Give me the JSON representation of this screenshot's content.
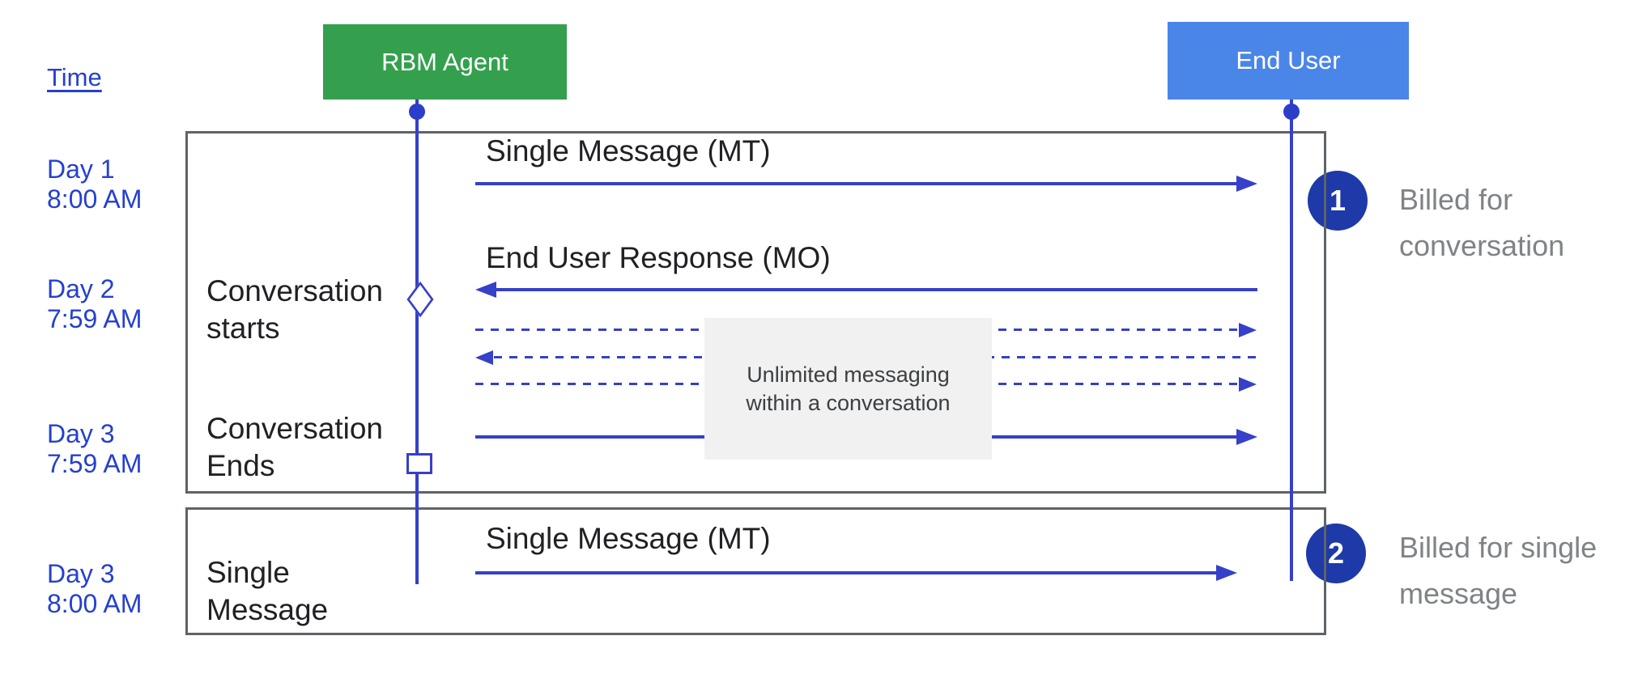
{
  "diagram": {
    "time_label": "Time",
    "actors": {
      "agent": {
        "label": "RBM Agent",
        "color": "#34A04E"
      },
      "user": {
        "label": "End User",
        "color": "#4A86E8"
      }
    },
    "timeline": [
      {
        "day": "Day 1",
        "time": "8:00 AM"
      },
      {
        "day": "Day 2",
        "time": "7:59 AM"
      },
      {
        "day": "Day 3",
        "time": "7:59 AM"
      },
      {
        "day": "Day 3",
        "time": "8:00 AM"
      }
    ],
    "lane_labels": [
      {
        "line1": "Conversation",
        "line2": "starts"
      },
      {
        "line1": "Conversation",
        "line2": "Ends"
      },
      {
        "line1": "Single",
        "line2": "Message"
      }
    ],
    "messages": [
      {
        "label": "Single Message (MT)",
        "direction": "right",
        "style": "solid"
      },
      {
        "label": "End User Response (MO)",
        "direction": "left",
        "style": "solid"
      },
      {
        "label": "",
        "direction": "right",
        "style": "dashed"
      },
      {
        "label": "",
        "direction": "left",
        "style": "dashed"
      },
      {
        "label": "",
        "direction": "right",
        "style": "dashed"
      },
      {
        "label": "",
        "direction": "right",
        "style": "solid"
      },
      {
        "label": "Single Message (MT)",
        "direction": "right",
        "style": "solid"
      }
    ],
    "note": {
      "line1": "Unlimited messaging",
      "line2": "within a conversation"
    },
    "annotations": [
      {
        "number": "1",
        "line1": "Billed for",
        "line2": "conversation"
      },
      {
        "number": "2",
        "line1": "Billed for single",
        "line2": "message"
      }
    ],
    "colors": {
      "accent_blue": "#3640C8",
      "text_blue": "#2540CE",
      "agent_green": "#34A04E",
      "user_blue": "#4A86E8",
      "badge_navy": "#1E3AA8",
      "gray_text": "#7F8387",
      "panel_border": "#5F6368",
      "note_bg": "#F1F1F2"
    }
  }
}
